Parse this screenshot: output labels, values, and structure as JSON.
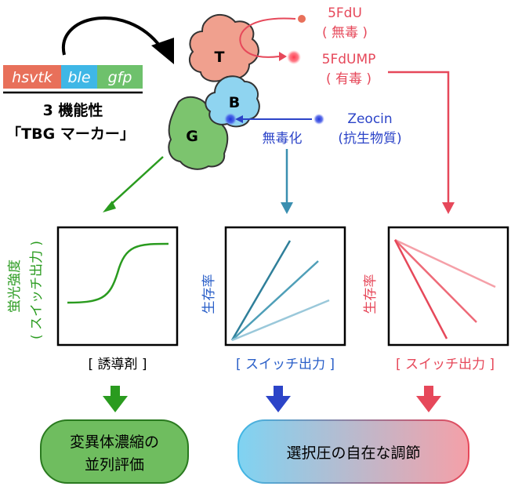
{
  "gene": {
    "segments": [
      "hsvtk",
      "ble",
      "gfp"
    ],
    "colors": [
      "#e8705a",
      "#3fb7e6",
      "#6ec16c"
    ],
    "caption_line1": "3 機能性",
    "caption_line2": "「TBG マーカー」"
  },
  "protein": {
    "t_label": "T",
    "b_label": "B",
    "g_label": "G",
    "t_color": "#f0a08e",
    "b_color": "#8fd4f0",
    "g_color": "#7cc46e"
  },
  "substrates": {
    "fdu_line1": "5FdU",
    "fdu_line2": "( 無毒 )",
    "fdump_line1": "5FdUMP",
    "fdump_line2": "( 有毒 )",
    "zeocin_line1": "Zeocin",
    "zeocin_line2": "(抗生物質)",
    "detox": "無毒化",
    "red": "#e6485a",
    "blue": "#2c44c8"
  },
  "plots": {
    "green_ylabel_1": "蛍光強度",
    "green_ylabel_2": "( スイッチ出力 )",
    "green_xlabel": "[ 誘導剤 ]",
    "blue_ylabel": "生存率",
    "blue_xlabel": "[ スイッチ出力 ]",
    "red_ylabel": "生存率",
    "red_xlabel": "[ スイッチ出力 ]",
    "green_color": "#2a9b1f",
    "blue_color": "#2a5fc8",
    "red_color": "#e6485a"
  },
  "outcomes": {
    "left_line1": "変異体濃縮の",
    "left_line2": "並列評価",
    "right": "選択圧の自在な調節"
  }
}
